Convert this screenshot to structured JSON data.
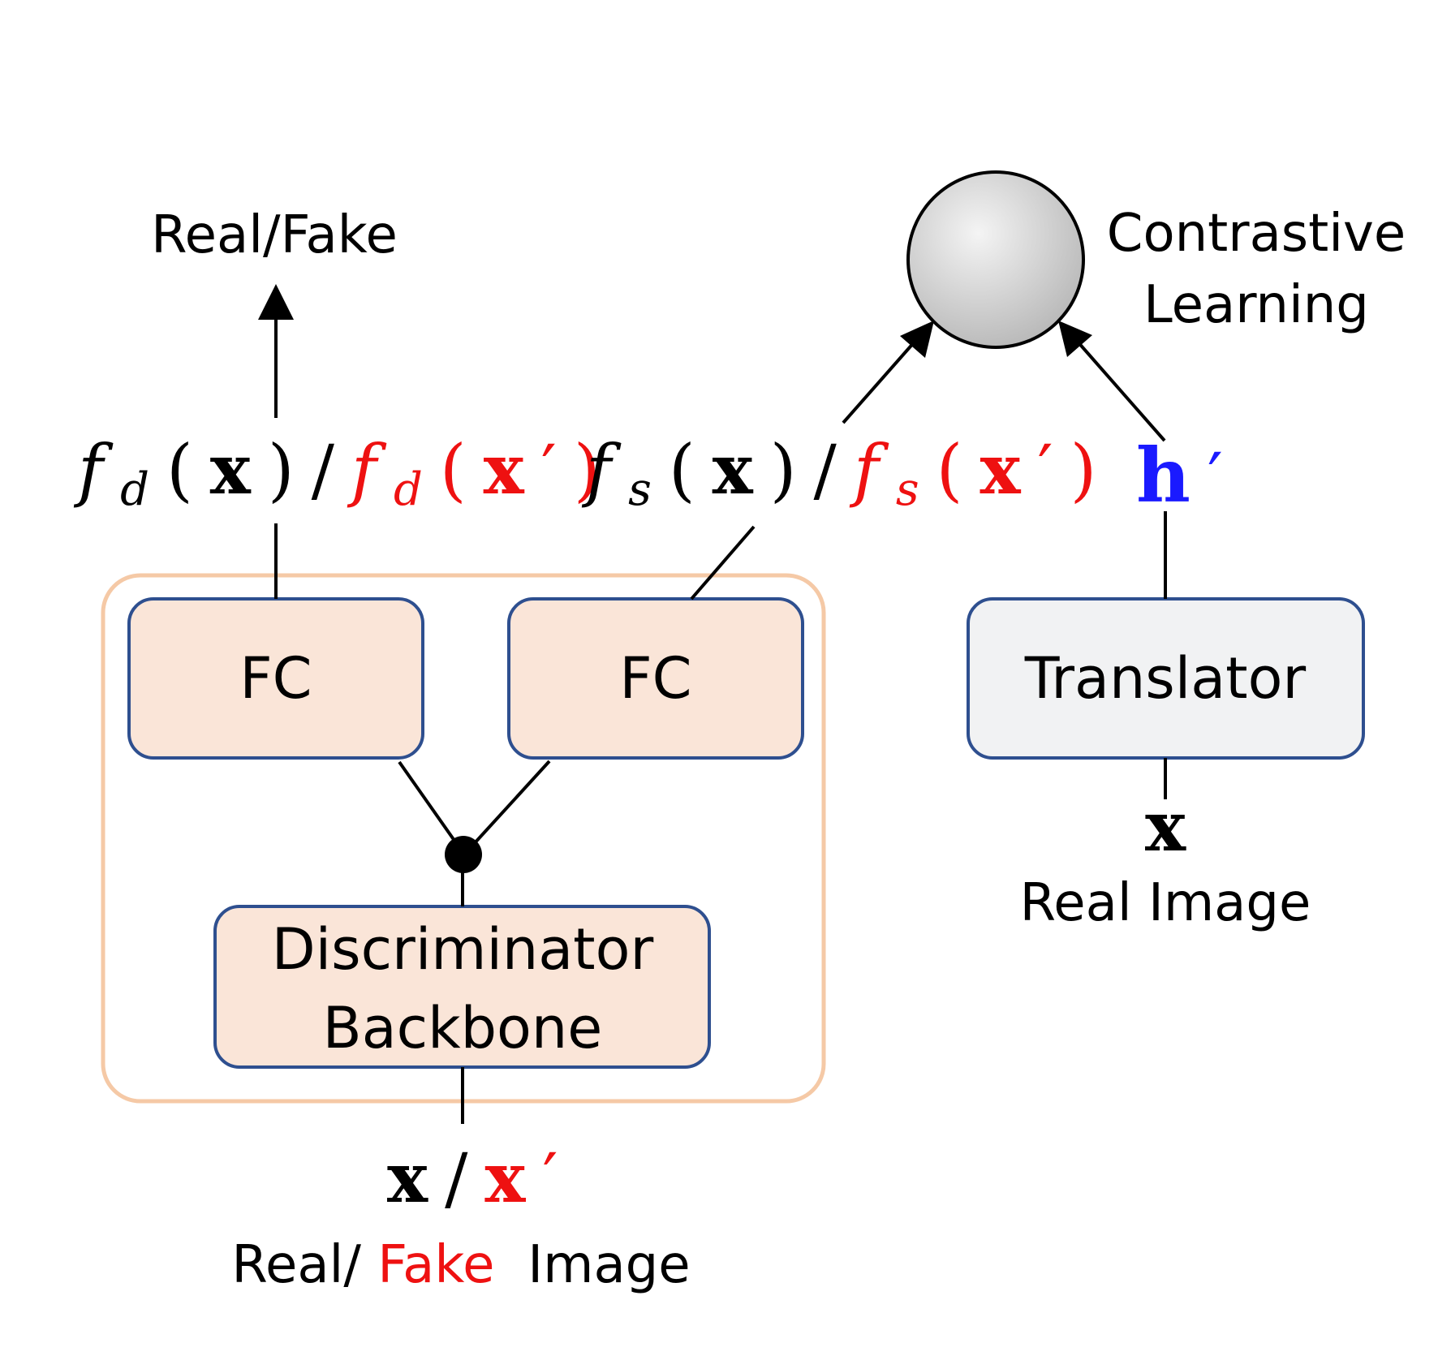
{
  "labels": {
    "real_fake_output": "Real/Fake",
    "contrastive_line1": "Contrastive",
    "contrastive_line2": "Learning",
    "fc_left": "FC",
    "fc_right": "FC",
    "discriminator_line1": "Discriminator",
    "discriminator_line2": "Backbone",
    "translator": "Translator",
    "real_image": "Real Image",
    "input_caption_real": "Real/",
    "input_caption_fake": "Fake",
    "input_caption_image": " Image"
  },
  "math": {
    "fd_func": "f",
    "fd_sub": "d",
    "fs_func": "f",
    "fs_sub": "s",
    "x": "x",
    "x_prime_mark": "′",
    "h": "h",
    "h_prime_mark": "′",
    "slash": "/",
    "lparen": "(",
    "rparen": ")"
  },
  "colors": {
    "fake_red": "#ee1111",
    "h_blue": "#1a1aff",
    "box_fill_orange": "#fae5d8",
    "box_fill_gray": "#f1f2f3",
    "box_stroke": "#2e4f8f",
    "group_stroke": "#f5c9a6"
  }
}
